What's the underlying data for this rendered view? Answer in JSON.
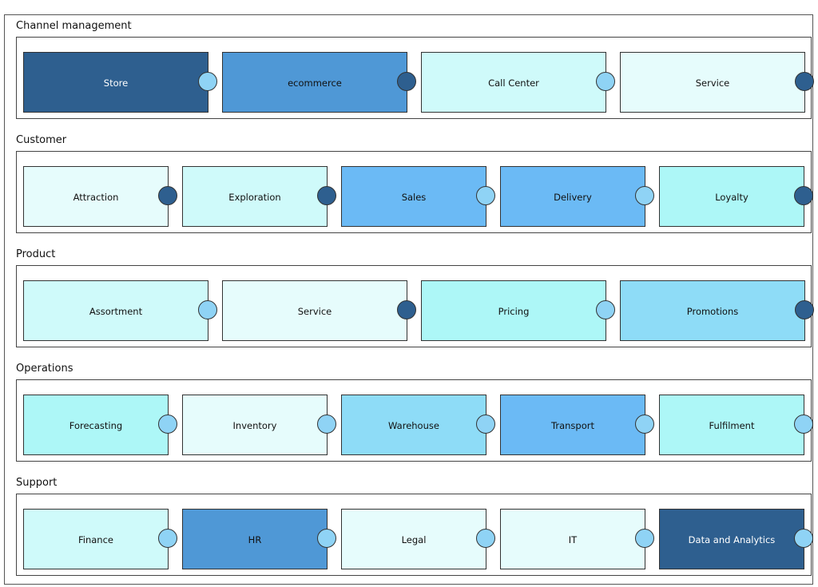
{
  "colors": {
    "navy": "#2e5f8f",
    "mid_blue": "#4f98d6",
    "sky": "#6bbaf5",
    "light_sky": "#8edcf7",
    "aqua": "#adf7f7",
    "pale_aqua": "#cffafa",
    "ice": "#e6fcfc",
    "port_light": "#8fd3f5",
    "port_dark": "#2e5f8f"
  },
  "groups": [
    {
      "title": "Channel management",
      "components": [
        {
          "label": "Store",
          "fill": "navy",
          "dark": false,
          "port": "light"
        },
        {
          "label": "ecommerce",
          "fill": "mid_blue",
          "dark": false,
          "port": "dark"
        },
        {
          "label": "Call Center",
          "fill": "pale_aqua",
          "dark": false,
          "port": "light"
        },
        {
          "label": "Service",
          "fill": "ice",
          "dark": false,
          "port": "dark"
        }
      ]
    },
    {
      "title": "Customer",
      "components": [
        {
          "label": "Attraction",
          "fill": "ice",
          "dark": false,
          "port": "dark"
        },
        {
          "label": "Exploration",
          "fill": "pale_aqua",
          "dark": false,
          "port": "dark"
        },
        {
          "label": "Sales",
          "fill": "sky",
          "dark": false,
          "port": "light"
        },
        {
          "label": "Delivery",
          "fill": "sky",
          "dark": false,
          "port": "light"
        },
        {
          "label": "Loyalty",
          "fill": "aqua",
          "dark": false,
          "port": "dark"
        }
      ]
    },
    {
      "title": "Product",
      "components": [
        {
          "label": "Assortment",
          "fill": "pale_aqua",
          "dark": false,
          "port": "light"
        },
        {
          "label": "Service",
          "fill": "ice",
          "dark": false,
          "port": "dark"
        },
        {
          "label": "Pricing",
          "fill": "aqua",
          "dark": false,
          "port": "light"
        },
        {
          "label": "Promotions",
          "fill": "light_sky",
          "dark": false,
          "port": "dark"
        }
      ]
    },
    {
      "title": "Operations",
      "components": [
        {
          "label": "Forecasting",
          "fill": "aqua",
          "dark": false,
          "port": "light"
        },
        {
          "label": "Inventory",
          "fill": "ice",
          "dark": false,
          "port": "light"
        },
        {
          "label": "Warehouse",
          "fill": "light_sky",
          "dark": false,
          "port": "light"
        },
        {
          "label": "Transport",
          "fill": "sky",
          "dark": false,
          "port": "light"
        },
        {
          "label": "Fulfilment",
          "fill": "aqua",
          "dark": false,
          "port": "light"
        }
      ]
    },
    {
      "title": "Support",
      "components": [
        {
          "label": "Finance",
          "fill": "pale_aqua",
          "dark": false,
          "port": "light"
        },
        {
          "label": "HR",
          "fill": "mid_blue",
          "dark": false,
          "port": "light"
        },
        {
          "label": "Legal",
          "fill": "ice",
          "dark": false,
          "port": "light"
        },
        {
          "label": "IT",
          "fill": "ice",
          "dark": false,
          "port": "light"
        },
        {
          "label": "Data and Analytics",
          "fill": "navy",
          "dark": false,
          "port": "light"
        }
      ]
    }
  ]
}
